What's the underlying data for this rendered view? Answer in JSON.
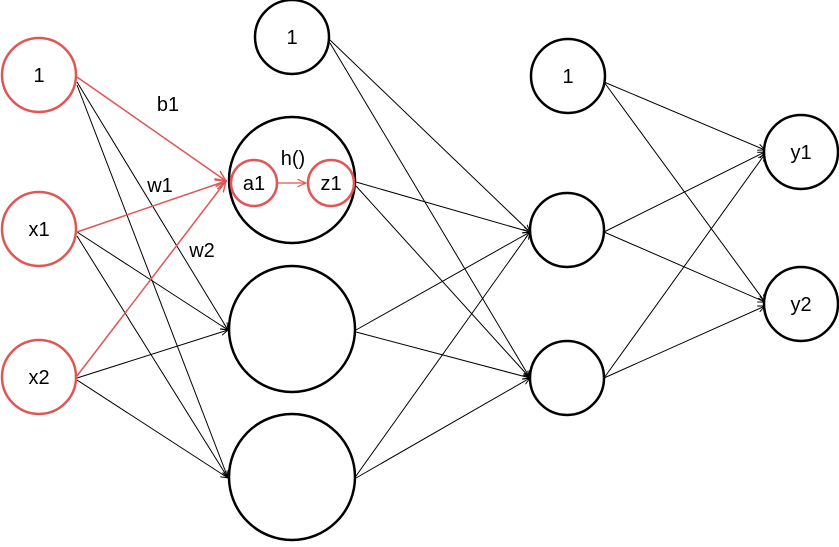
{
  "diagram": {
    "input_layer": {
      "bias_label": "1",
      "x1_label": "x1",
      "x2_label": "x2"
    },
    "hidden_layer_1": {
      "bias_label": "1",
      "a1_label": "a1",
      "z1_label": "z1",
      "activation_label": "h()"
    },
    "hidden_layer_2": {
      "bias_label": "1"
    },
    "output_layer": {
      "y1_label": "y1",
      "y2_label": "y2"
    },
    "weights": {
      "b1": "b1",
      "w1": "w1",
      "w2": "w2"
    },
    "colors": {
      "highlight": "#e05555",
      "default_stroke": "#000000"
    }
  }
}
